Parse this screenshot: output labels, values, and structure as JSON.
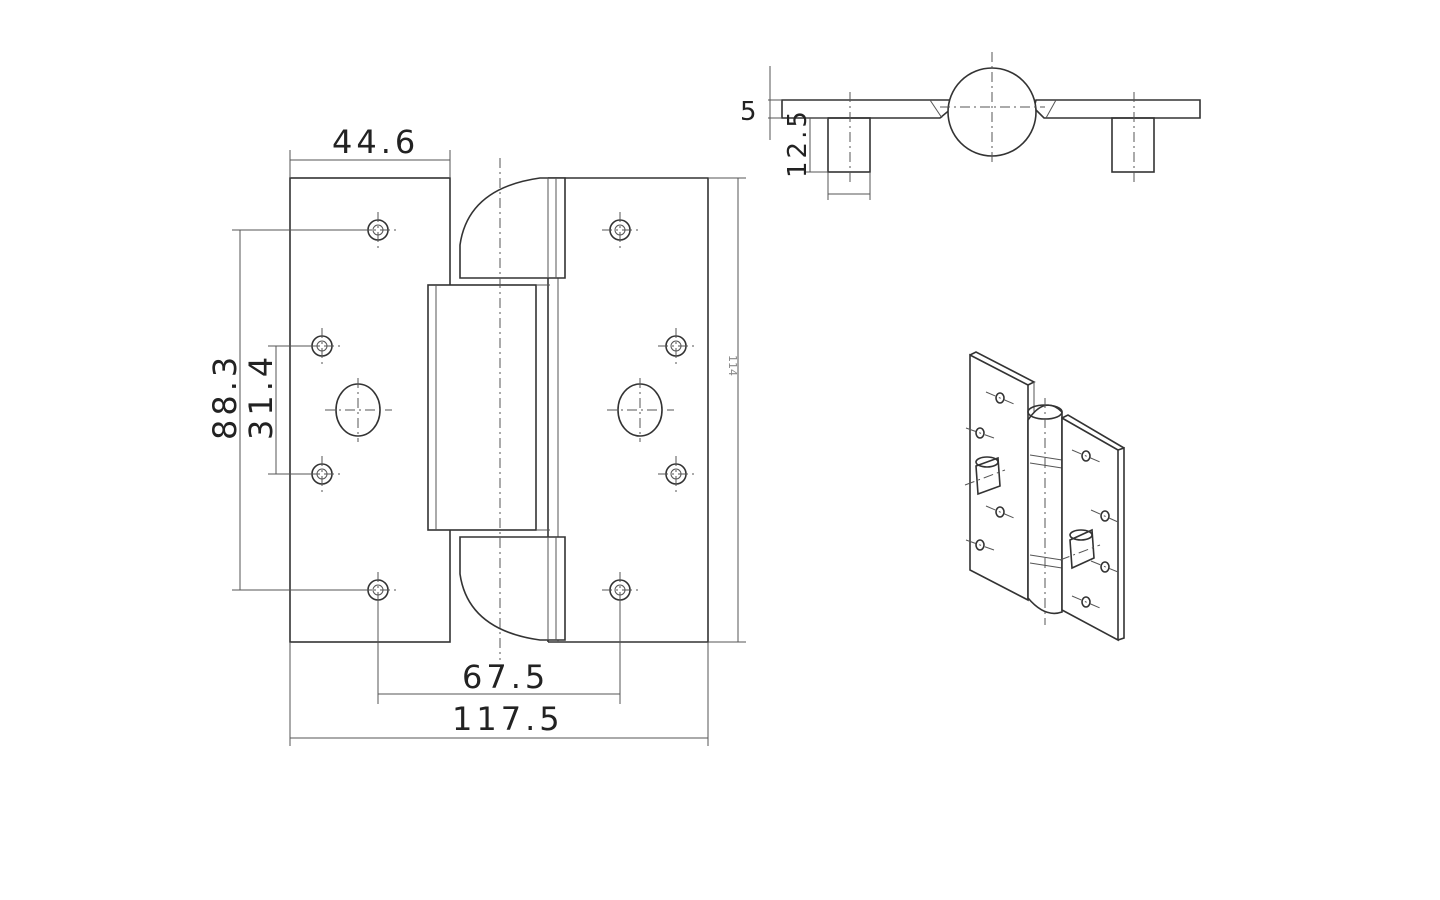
{
  "dimensions": {
    "leaf_width": "44.6",
    "hole_spacing_outer": "88.3",
    "hole_spacing_inner": "31.4",
    "hole_center_span": "67.5",
    "overall_width": "117.5",
    "overall_height": "114",
    "plate_thickness": "5",
    "stud_length": "12.5"
  },
  "colors": {
    "line": "#333333",
    "background": "#ffffff"
  }
}
